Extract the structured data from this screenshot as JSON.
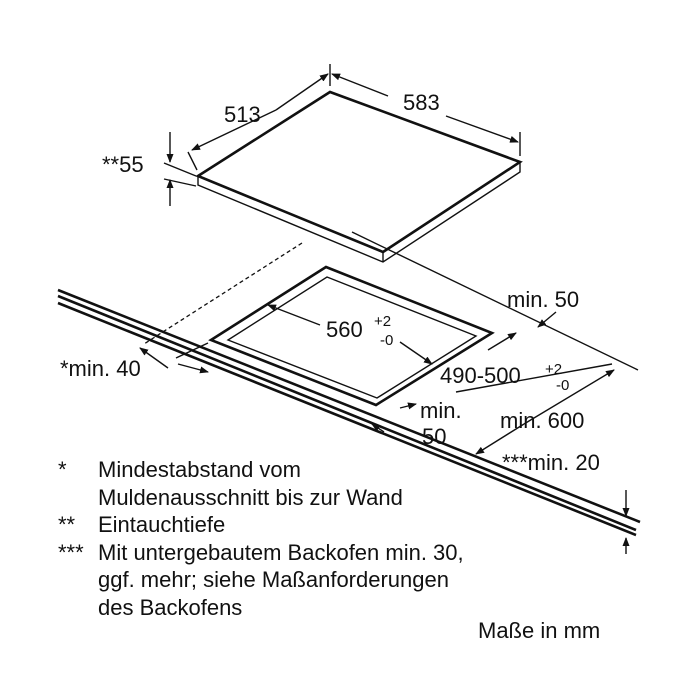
{
  "dimensions": {
    "hob_depth": "513",
    "hob_width": "583",
    "immersion_depth": "**55",
    "cutout_width": "560",
    "cutout_width_tol_plus": "+2",
    "cutout_width_tol_minus": "-0",
    "cutout_depth": "490-500",
    "cutout_depth_tol_plus": "+2",
    "cutout_depth_tol_minus": "-0",
    "min_rear": "min. 50",
    "min_wall": "*min. 40",
    "min_front_line1": "min.",
    "min_front_line2": "50",
    "min_worktop": "min. 600",
    "min_thickness": "***min. 20"
  },
  "notes": [
    {
      "mark": "*",
      "lines": [
        "Mindestabstand vom",
        "Muldenausschnitt bis zur Wand"
      ]
    },
    {
      "mark": "**",
      "lines": [
        "Eintauchtiefe"
      ]
    },
    {
      "mark": "***",
      "lines": [
        "Mit untergebautem Backofen min. 30,",
        "ggf. mehr; siehe Maßanforderungen",
        "des Backofens"
      ]
    }
  ],
  "units_label": "Maße in mm"
}
